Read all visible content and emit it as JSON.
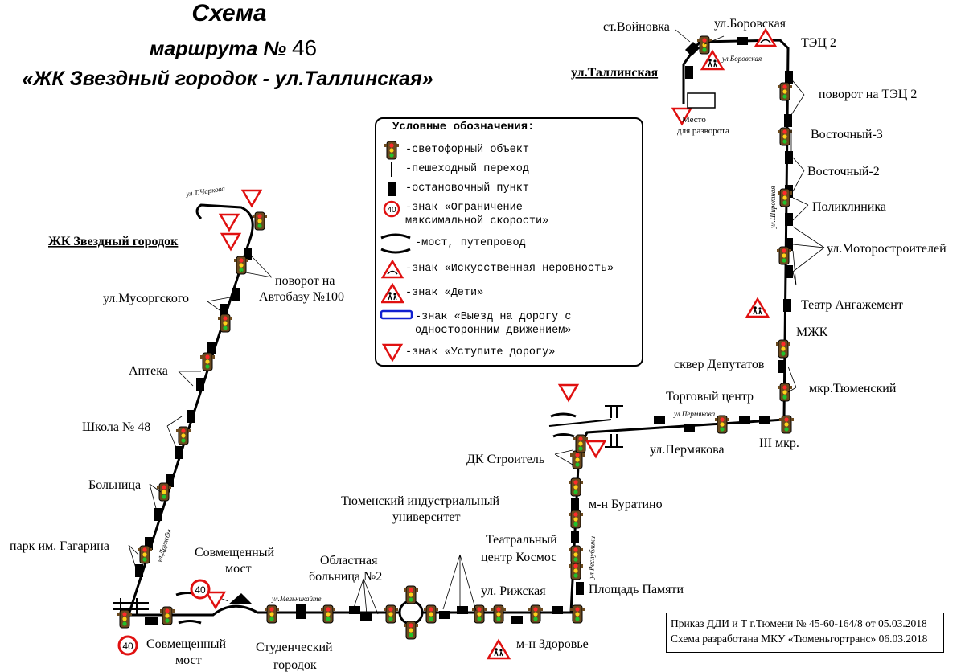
{
  "header": {
    "line1": "Схема",
    "line2": "маршрута №",
    "route_number": "46",
    "line3": "«ЖК Звездный городок - ул.Таллинская»"
  },
  "legend": {
    "title": "Условные обозначения:",
    "items": [
      "-светофорный объект",
      "-пешеходный переход",
      "-остановочный пункт",
      "-знак «Ограничение\nмаксимальной скорости»",
      "-мост, путепровод",
      "-знак «Искусственная неровность»",
      "-знак «Дети»",
      "-знак «Выезд на дорогу с\nодносторонним движением»",
      "-знак «Уступите дорогу»"
    ],
    "speed_value": "40"
  },
  "stops": {
    "zhk": "ЖК Звездный городок",
    "autobaza1": "поворот на",
    "autobaza2": "Автобазу №100",
    "musorgsky": "ул.Мусоргского",
    "apteka": "Аптека",
    "school": "Школа № 48",
    "hospital": "Больница",
    "park": "парк им. Гагарина",
    "bridge1a": "Совмещенный",
    "bridge1b": "мост",
    "bridge2a": "Совмещенный",
    "bridge2b": "мост",
    "student1": "Студенческий",
    "student2": "городок",
    "oblhosp1": "Областная",
    "oblhosp2": "больница №2",
    "univ1": "Тюменский индустриальный",
    "univ2": "университет",
    "rizhskaya": "ул. Рижская",
    "zdorovie": "м-н Здоровье",
    "pamyati": "Площадь Памяти",
    "kosmos1": "Театральный",
    "kosmos2": "центр Космос",
    "buratino": "м-н Буратино",
    "dk": "ДК Строитель",
    "permyakova": "ул.Пермякова",
    "torg": "Торговый центр",
    "iii": "III мкр.",
    "tyumensky": "мкр.Тюменский",
    "skver": "сквер Депутатов",
    "mzhk": "МЖК",
    "teatr": "Театр Ангажемент",
    "motor": "ул.Моторостроителей",
    "poliklinika": "Поликлиника",
    "vost2": "Восточный-2",
    "vost3": "Восточный-3",
    "tec2turn": "поворот на ТЭЦ 2",
    "tec2": "ТЭЦ 2",
    "borovskaya": "ул.Боровская",
    "voinovka": "ст.Войновка",
    "tallinskaya": "ул.Таллинская",
    "razvorot1": "Место",
    "razvorot2": "для разворота"
  },
  "streets": {
    "charkova": "ул.Т.Чаркова",
    "druzhby": "ул.Дружбы",
    "melnikaite": "ул.Мельникайте",
    "respubliki": "ул.Республики",
    "permyakova": "ул.Пермякова",
    "shirotnaya": "ул.Широтная",
    "borovskaya": "ул.Боровская"
  },
  "speed_signs": [
    "40",
    "40"
  ],
  "note": {
    "line1": "Приказ ДДИ и Т г.Тюмени № 45-60-164/8 от 05.03.2018",
    "line2": "Схема разработана МКУ «Тюменьгортранс» 06.03.2018"
  },
  "colors": {
    "sign_red": "#e01010",
    "oneway_blue": "#1020d0",
    "route": "#000000"
  }
}
